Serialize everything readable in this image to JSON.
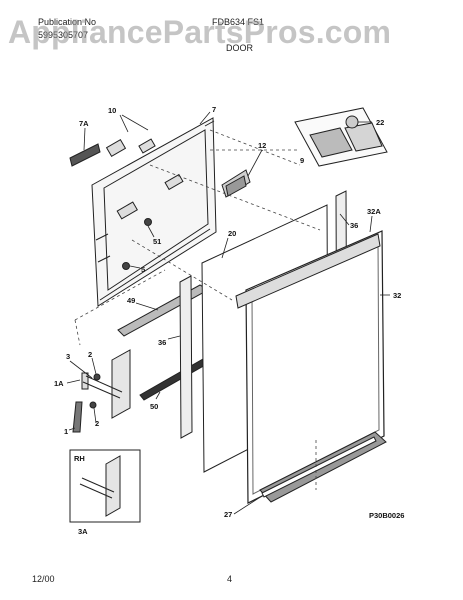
{
  "header": {
    "publication_label": "Publication No",
    "publication_number": "5995305707",
    "model": "FDB634 FS1",
    "section": "DOOR"
  },
  "watermark": "AppliancePartsPros.com",
  "diagram_code": "P30B0026",
  "inset_label": "RH",
  "footer": {
    "date": "12/00",
    "page": "4"
  },
  "callouts": {
    "c10": "10",
    "c7": "7",
    "c7a": "7A",
    "c12": "12",
    "c22": "22",
    "c9": "9",
    "c20": "20",
    "c36a": "36",
    "c32a": "32A",
    "c51": "51",
    "c5": "5",
    "c32": "32",
    "c49": "49",
    "c36b": "36",
    "c3": "3",
    "c2a": "2",
    "c1a": "1A",
    "c50": "50",
    "c2b": "2",
    "c1": "1",
    "c3a": "3A",
    "c27": "27"
  }
}
